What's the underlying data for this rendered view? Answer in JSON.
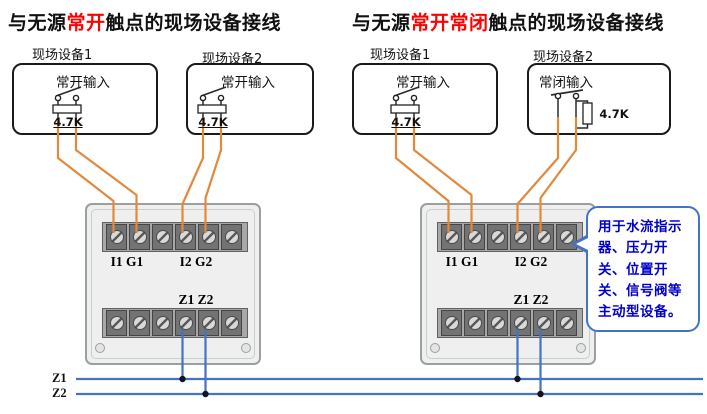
{
  "diagram": {
    "titles": [
      {
        "prefix": "与无源",
        "highlight": "常开",
        "suffix": "触点的现场设备接线"
      },
      {
        "prefix": "与无源",
        "highlight": "常开常闭",
        "suffix": "触点的现场设备接线"
      }
    ],
    "devices": [
      {
        "title": "现场设备1",
        "input_label": "常开输入",
        "resistor_label": "4.7K"
      },
      {
        "title": "现场设备2",
        "input_label": "常开输入",
        "resistor_label": "4.7K"
      },
      {
        "title": "现场设备1",
        "input_label": "常开输入",
        "resistor_label": "4.7K"
      },
      {
        "title": "现场设备2",
        "input_label": "常闭输入",
        "resistor_label": "4.7K"
      }
    ],
    "modules": [
      {
        "labels": {
          "input1": "I1 G1",
          "input2": "I2 G2",
          "output": "Z1 Z2"
        }
      },
      {
        "labels": {
          "input1": "I1 G1",
          "input2": "I2 G2",
          "output": "Z1 Z2"
        }
      }
    ],
    "callout": {
      "text": "用于水流指示器、压力开关、位置开关、信号阀等主动型设备。"
    },
    "bus": [
      {
        "label": "Z1"
      },
      {
        "label": "Z2"
      }
    ],
    "colors": {
      "signal_wire": "#E2893B",
      "bus_wire": "#4472C4",
      "title_highlight": "#FF0000",
      "callout_text": "#0000CC",
      "callout_border": "#4472C4"
    }
  }
}
